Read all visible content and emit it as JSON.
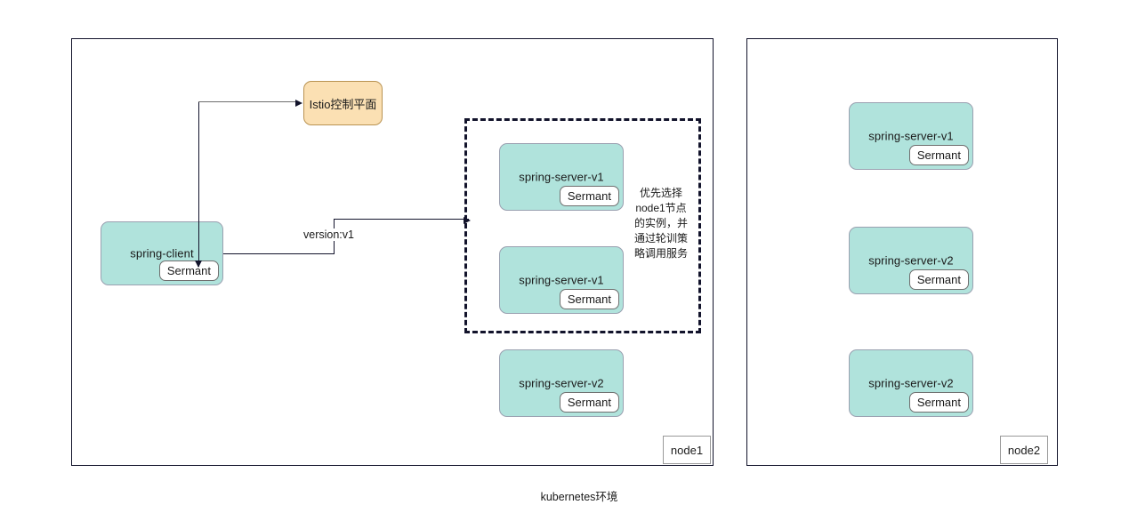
{
  "diagram": {
    "caption": "kubernetes环境",
    "colors": {
      "service_fill": "#b0e3dc",
      "control_plane_fill": "#fbe0b3",
      "border_dark": "#12132b",
      "panel_bg": "#ffffff"
    }
  },
  "control_plane": {
    "label": "Istio控制平面"
  },
  "client": {
    "label": "spring-client",
    "sidecar": "Sermant"
  },
  "edges": {
    "version_label": "version:v1"
  },
  "annotation": {
    "text": "优先选择node1节点的实例，并通过轮训策略调用服务"
  },
  "nodes": [
    {
      "tag": "node1",
      "services": [
        {
          "label": "spring-server-v1",
          "sidecar": "Sermant",
          "in_group": true
        },
        {
          "label": "spring-server-v1",
          "sidecar": "Sermant",
          "in_group": true
        },
        {
          "label": "spring-server-v2",
          "sidecar": "Sermant",
          "in_group": false
        }
      ]
    },
    {
      "tag": "node2",
      "services": [
        {
          "label": "spring-server-v1",
          "sidecar": "Sermant",
          "in_group": false
        },
        {
          "label": "spring-server-v2",
          "sidecar": "Sermant",
          "in_group": false
        },
        {
          "label": "spring-server-v2",
          "sidecar": "Sermant",
          "in_group": false
        }
      ]
    }
  ]
}
